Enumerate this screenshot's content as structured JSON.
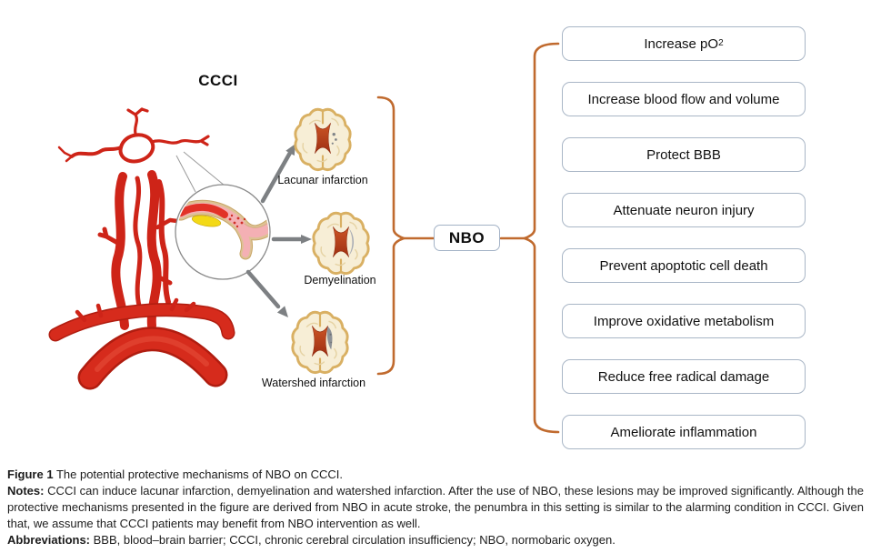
{
  "figure": {
    "cause_label": "CCCI",
    "center_label": "NBO",
    "lesions": [
      {
        "label": "Lacunar infarction"
      },
      {
        "label": "Demyelination"
      },
      {
        "label": "Watershed infarction"
      }
    ],
    "mechanisms": [
      {
        "label": "Increase pO",
        "sub": "2"
      },
      {
        "label": "Increase blood flow and volume"
      },
      {
        "label": "Protect BBB"
      },
      {
        "label": "Attenuate neuron injury"
      },
      {
        "label": "Prevent apoptotic cell death"
      },
      {
        "label": "Improve oxidative metabolism"
      },
      {
        "label": "Reduce free radical damage"
      },
      {
        "label": "Ameliorate inflammation"
      }
    ]
  },
  "caption": {
    "figure_label": "Figure 1",
    "figure_text": " The potential protective mechanisms of NBO on CCCI.",
    "notes_label": "Notes:",
    "notes_text": " CCCI can induce lacunar infarction, demyelination and watershed infarction. After the use of NBO, these lesions may be improved significantly. Although the protective mechanisms presented in the figure are derived from NBO in acute stroke, the penumbra in this setting is similar to the alarming condition in CCCI. Given that, we assume that CCCI patients may benefit from NBO intervention as well.",
    "abbreviations_label": "Abbreviations:",
    "abbreviations_text": " BBB, blood–brain barrier; CCCI, chronic cerebral circulation insufficiency; NBO, normobaric oxygen."
  },
  "colors": {
    "artery_red": "#ce2418",
    "bracket_orange": "#c06a2e",
    "box_border": "#a9b6c6",
    "arrow_gray": "#7d8083",
    "brain_cream": "#f7eed6",
    "brain_outline": "#d9b063",
    "ventricle_red": "#b43c18",
    "plaque_yellow": "#f3d916"
  }
}
